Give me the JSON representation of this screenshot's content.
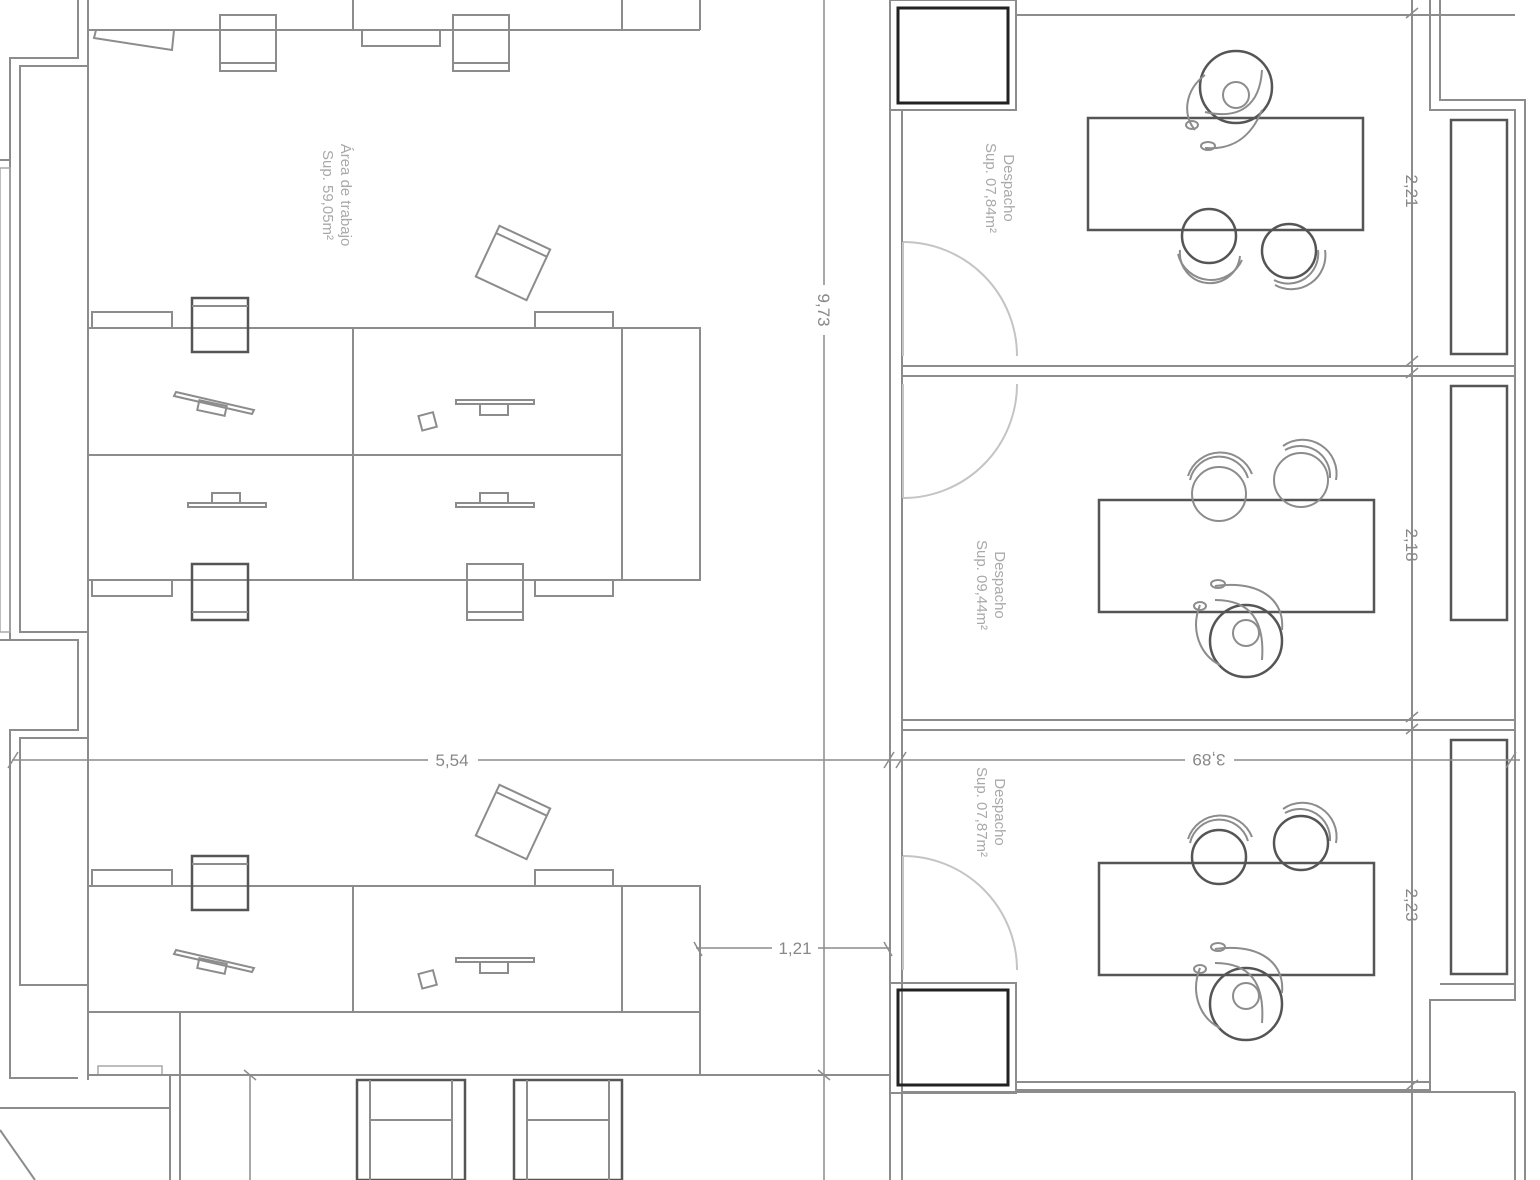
{
  "rooms": {
    "work_area": {
      "name": "Área de trabajo",
      "surface": "Sup. 59,05m²"
    },
    "office_1": {
      "name": "Despacho",
      "surface": "Sup. 07,84m²"
    },
    "office_2": {
      "name": "Despacho",
      "surface": "Sup. 09,44m²"
    },
    "office_3": {
      "name": "Despacho",
      "surface": "Sup. 07,87m²"
    }
  },
  "dimensions": {
    "width_left": "5,54",
    "width_right": "3,89",
    "height_total": "9,73",
    "corridor": "1,21",
    "office_1_depth": "2,21",
    "office_2_depth": "2,18",
    "office_3_depth": "2,23"
  },
  "colors": {
    "lines": "#8c8c8c",
    "dark_lines": "#555555",
    "door_swing": "#c4c4c4",
    "text": "#a9a9a9"
  }
}
